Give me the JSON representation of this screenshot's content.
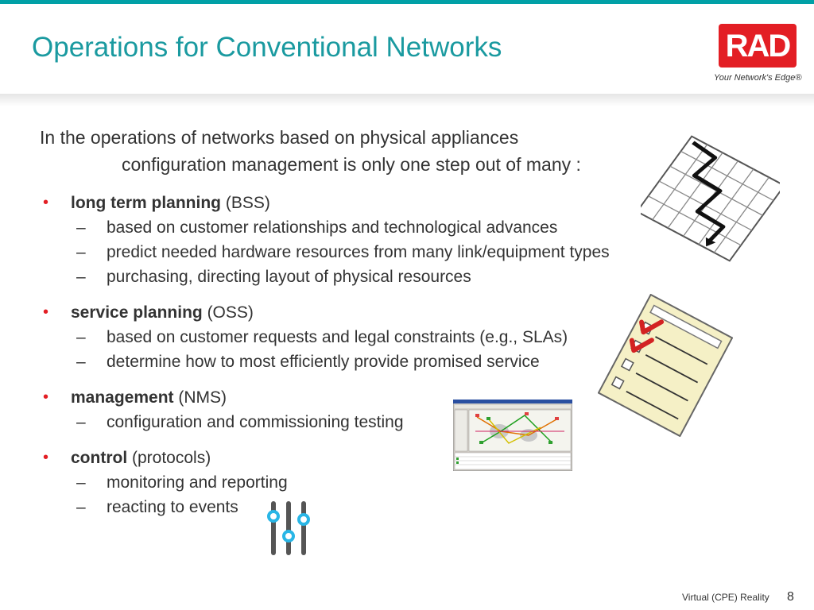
{
  "slide": {
    "title": "Operations for Conventional Networks",
    "logo_text": "RAD",
    "tagline": "Your Network's Edge®",
    "intro_line1": "In the operations of networks based on physical appliances",
    "intro_line2": "configuration management is only one step out of many :",
    "sections": [
      {
        "bold": "long term planning",
        "rest": " (BSS)",
        "items": [
          "based on customer relationships and technological advances",
          "predict needed hardware resources from many link/equipment types",
          "purchasing, directing layout of physical resources"
        ]
      },
      {
        "bold": "service planning",
        "rest": " (OSS)",
        "items": [
          "based on customer requests and legal constraints (e.g., SLAs)",
          "determine how to most efficiently provide promised service"
        ]
      },
      {
        "bold": "management",
        "rest": " (NMS)",
        "items": [
          "configuration and commissioning testing"
        ]
      },
      {
        "bold": "control",
        "rest": " (protocols)",
        "items": [
          "monitoring and reporting",
          "reacting to events"
        ]
      }
    ],
    "bullet_char": "•",
    "dash_char": "–",
    "footer": "Virtual (CPE) Reality",
    "page_number": "8"
  },
  "colors": {
    "accent": "#1a9aa0",
    "brand_red": "#e31e24",
    "text": "#333333"
  },
  "icons": [
    "grid-path-icon",
    "checklist-icon",
    "network-screenshot-icon",
    "sliders-icon"
  ]
}
